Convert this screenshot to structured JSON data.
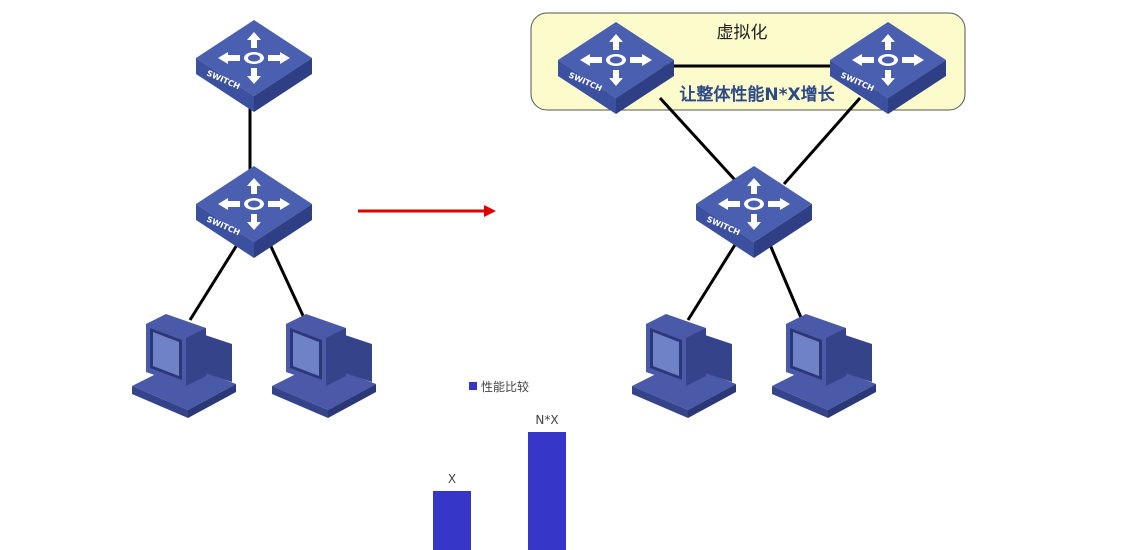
{
  "virtualization": {
    "title": "虚拟化",
    "performance_text": "让整体性能N*X增长"
  },
  "devices": {
    "switch_label": "SWITCH"
  },
  "colors": {
    "switch_top": "#4a5fb0",
    "switch_side": "#2f3f86",
    "switch_front": "#3c50a0",
    "pc_body": "#4a5aa8",
    "pc_screen": "#6f82c8",
    "virt_box_fill": "#fbfbcc",
    "arrow": "#e00000",
    "bar": "#3636c8"
  },
  "chart_data": {
    "type": "bar",
    "categories": [
      "",
      ""
    ],
    "series": [
      {
        "name": "性能比较",
        "values": [
          1,
          2
        ]
      }
    ],
    "data_labels": [
      "X",
      "N*X"
    ],
    "legend": "top-center"
  }
}
